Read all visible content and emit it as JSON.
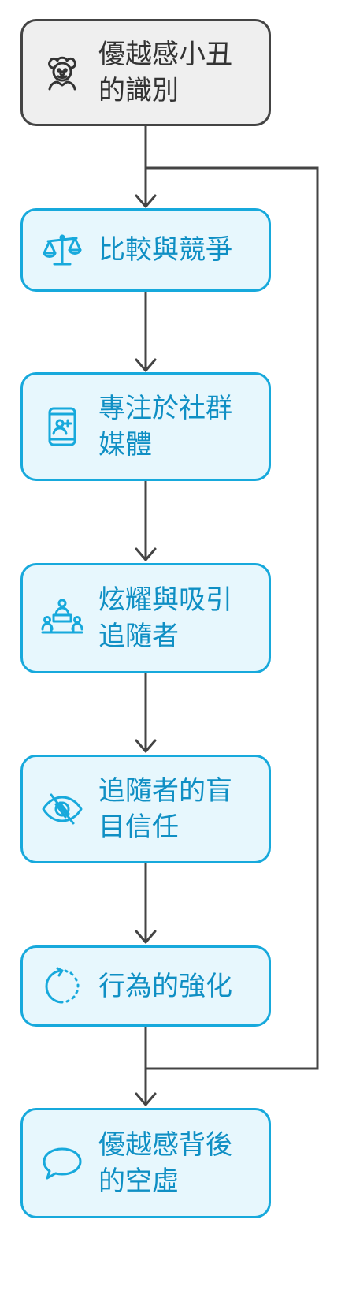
{
  "nodes": [
    {
      "id": "n1",
      "label": "優越感小丑的識別",
      "icon": "clown-icon"
    },
    {
      "id": "n2",
      "label": "比較與競爭",
      "icon": "scale-icon"
    },
    {
      "id": "n3",
      "label": "專注於社群媒體",
      "icon": "phone-user-icon"
    },
    {
      "id": "n4",
      "label": "炫耀與吸引追隨者",
      "icon": "audience-icon"
    },
    {
      "id": "n5",
      "label": "追隨者的盲目信任",
      "icon": "eye-off-icon"
    },
    {
      "id": "n6",
      "label": "行為的強化",
      "icon": "refresh-icon"
    },
    {
      "id": "n7",
      "label": "優越感背後的空虛",
      "icon": "speech-bubble-icon"
    }
  ],
  "colors": {
    "accent": "#17a9dc",
    "accent_fill": "#e7f7fd",
    "start_border": "#444444",
    "start_fill": "#efefef",
    "connector": "#444444"
  }
}
